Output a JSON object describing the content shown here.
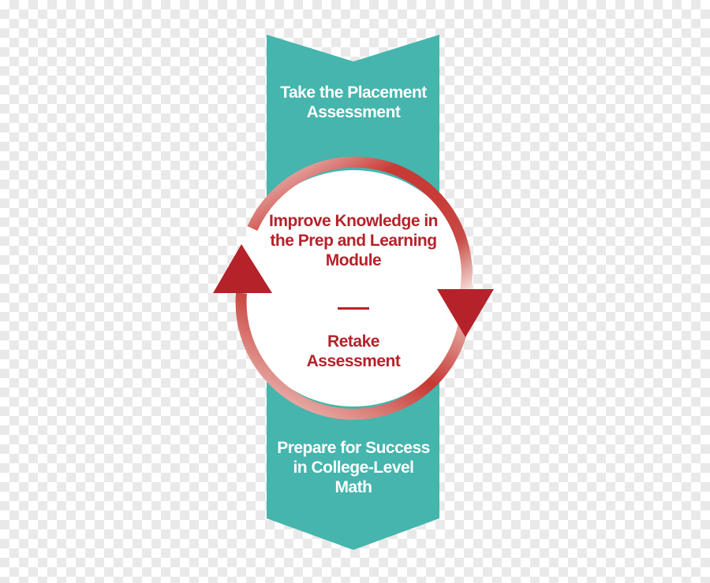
{
  "steps": {
    "start": "Take the Placement Assessment",
    "improve": "Improve Knowledge in the Prep and Learning Module",
    "retake": "Retake Assessment",
    "end": "Prepare for Success in College-Level Math"
  },
  "colors": {
    "teal": "#45b5ad",
    "red": "#b5222a",
    "white": "#ffffff"
  }
}
